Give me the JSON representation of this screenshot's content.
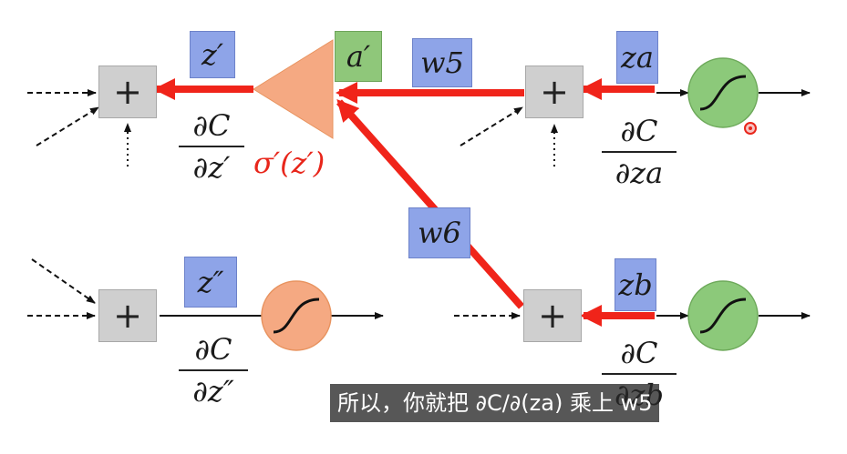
{
  "nodes": {
    "plus_symbol": "+",
    "z_prime": "z′",
    "a_prime": "a′",
    "w5": "w5",
    "z_a": "za",
    "w6": "w6",
    "z_double_prime": "z″",
    "z_b": "zb"
  },
  "fractions": {
    "dC_dz_prime": {
      "num": "∂C",
      "den": "∂z′"
    },
    "dC_dz_a": {
      "num": "∂C",
      "den": "∂za"
    },
    "dC_dz_double_prime": {
      "num": "∂C",
      "den": "∂z″"
    },
    "dC_dz_b": {
      "num": "∂C",
      "den": "∂zb"
    }
  },
  "sigma_label": "σ′(z′)",
  "subtitle": "所以，你就把 ∂C/∂(za) 乘上 w5",
  "colors": {
    "gradient_arrow": "#f0241a",
    "plus_box": "#cfcfcf",
    "label_blue": "#8ea4e8",
    "label_green": "#8fc77a",
    "sigmoid_green": "#8cc97a",
    "sigmoid_orange": "#f5a982",
    "triangle": "#f5a982"
  }
}
